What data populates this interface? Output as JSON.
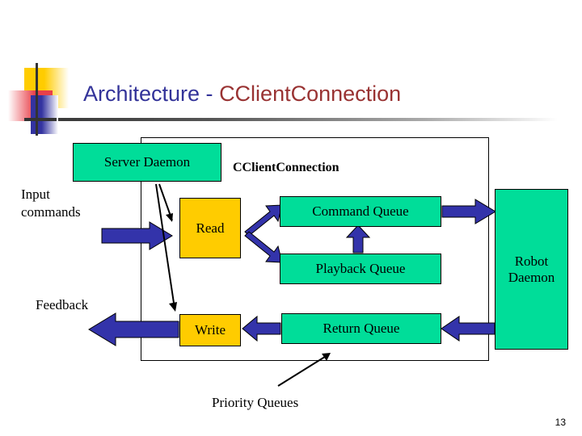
{
  "slide": {
    "title_part1": "Architecture - ",
    "title_part2": "CClientConnection",
    "page_number": "13",
    "colors": {
      "title_primary": "#333399",
      "title_secondary": "#993333",
      "box_green": "#00DD99",
      "box_yellow": "#FFCC00",
      "arrow_blue": "#3333AA",
      "line_black": "#000000"
    }
  },
  "diagram": {
    "container_label": "CClientConnection",
    "boxes": [
      {
        "id": "server-daemon",
        "label": "Server Daemon",
        "fill": "green"
      },
      {
        "id": "read",
        "label": "Read",
        "fill": "yellow"
      },
      {
        "id": "write",
        "label": "Write",
        "fill": "yellow"
      },
      {
        "id": "command-queue",
        "label": "Command Queue",
        "fill": "green"
      },
      {
        "id": "playback-queue",
        "label": "Playback Queue",
        "fill": "green"
      },
      {
        "id": "return-queue",
        "label": "Return Queue",
        "fill": "green"
      },
      {
        "id": "robot-daemon",
        "label_line1": "Robot",
        "label_line2": "Daemon",
        "fill": "green"
      }
    ],
    "labels": {
      "input_commands_line1": "Input",
      "input_commands_line2": "commands",
      "feedback": "Feedback",
      "priority_queues": "Priority Queues"
    },
    "arrows": [
      {
        "id": "input-to-read",
        "direction": "right"
      },
      {
        "id": "read-to-command-queue",
        "direction": "up-right"
      },
      {
        "id": "read-to-playback-queue",
        "direction": "down-right"
      },
      {
        "id": "playback-to-command-queue",
        "direction": "up"
      },
      {
        "id": "command-queue-to-robot",
        "direction": "right"
      },
      {
        "id": "robot-to-return-queue",
        "direction": "left"
      },
      {
        "id": "return-queue-to-write",
        "direction": "left"
      },
      {
        "id": "write-to-feedback",
        "direction": "left"
      }
    ],
    "leader_lines": [
      {
        "id": "server-daemon-to-read"
      },
      {
        "id": "server-daemon-to-write"
      },
      {
        "id": "priority-queues-callout"
      }
    ]
  }
}
